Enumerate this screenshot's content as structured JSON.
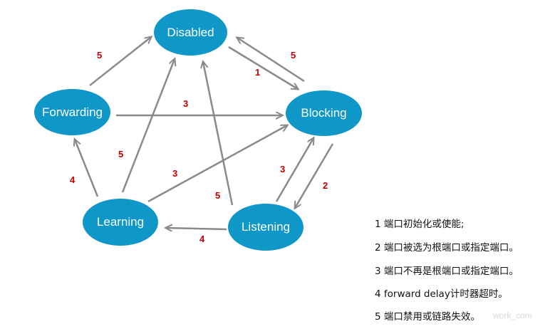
{
  "nodes": {
    "disabled": "Disabled",
    "blocking": "Blocking",
    "forwarding": "Forwarding",
    "learning": "Learning",
    "listening": "Listening"
  },
  "edge_labels": {
    "forwarding_disabled": "5",
    "disabled_blocking": "1",
    "blocking_disabled": "5",
    "forwarding_blocking": "3",
    "learning_disabled": "5",
    "learning_blocking": "3",
    "learning_forwarding": "4",
    "listening_blocking": "3",
    "blocking_listening": "2",
    "listening_disabled": "5",
    "listening_learning": "4"
  },
  "legend": [
    "1 端口初始化或使能;",
    "2 端口被选为根端口或指定端口。",
    "3 端口不再是根端口或指定端口。",
    "4  forward delay计时器超时。",
    "5  端口禁用或链路失效。"
  ],
  "watermark": "work_com",
  "colors": {
    "node": "#0f97c7",
    "arrow": "#8a8a8a",
    "label": "#c00000"
  }
}
